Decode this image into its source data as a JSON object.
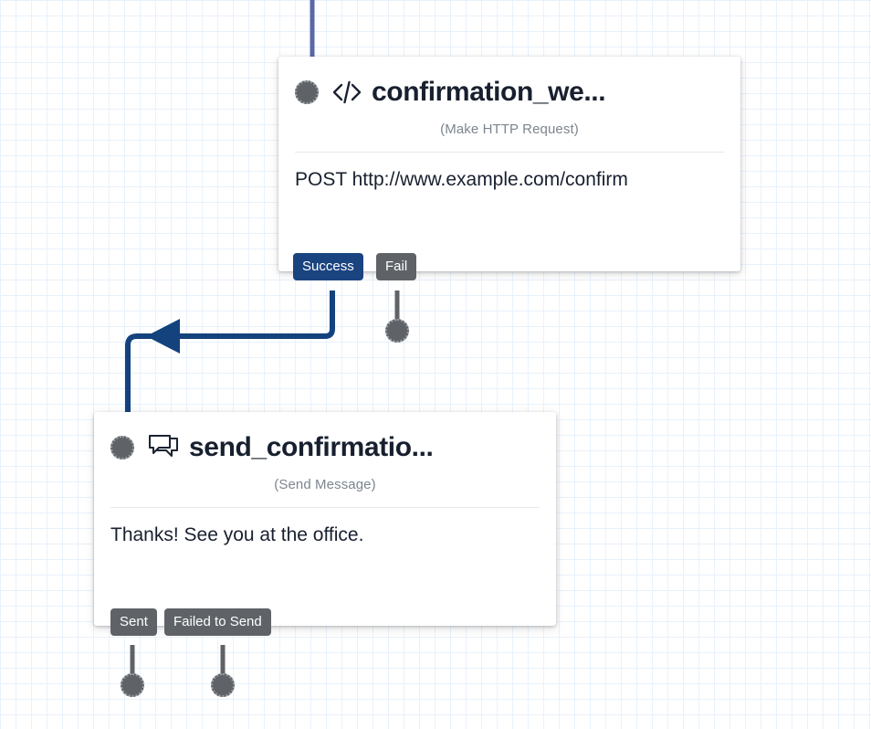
{
  "canvas": {
    "background_color": "#ffffff",
    "grid_color": "#e8f2fc",
    "grid_major_color": "#ddecfa"
  },
  "colors": {
    "accent_blue": "#1a4480",
    "wire_blue": "#14427d",
    "incoming_wire": "#5a68a8",
    "gray": "#5f6368",
    "port_ring": "#9aa0a6",
    "title_text": "#18202f",
    "subtitle_text": "#7d858e",
    "divider": "#e6e8ea"
  },
  "nodes": [
    {
      "id": "confirmation-webhook",
      "icon": "code-brackets-icon",
      "title": "confirmation_we...",
      "subtitle": "(Make HTTP Request)",
      "body": "POST http://www.example.com/confirm",
      "in_port_label": "input-port",
      "outputs": [
        {
          "label": "Success",
          "style": "blue"
        },
        {
          "label": "Fail",
          "style": "gray"
        }
      ]
    },
    {
      "id": "send-confirmation",
      "icon": "chat-bubbles-icon",
      "title": "send_confirmatio...",
      "subtitle": "(Send Message)",
      "body": "Thanks! See you at the office.",
      "in_port_label": "input-port",
      "outputs": [
        {
          "label": "Sent",
          "style": "gray"
        },
        {
          "label": "Failed to Send",
          "style": "gray"
        }
      ]
    }
  ],
  "connections": [
    {
      "from": "upstream",
      "to": "confirmation-webhook",
      "color": "#5a68a8"
    },
    {
      "from": "confirmation-webhook.Success",
      "to": "send-confirmation",
      "color": "#14427d"
    },
    {
      "from": "confirmation-webhook.Fail",
      "to": "fail-terminal",
      "color": "#5f6368"
    },
    {
      "from": "send-confirmation.Sent",
      "to": "sent-terminal",
      "color": "#5f6368"
    },
    {
      "from": "send-confirmation.Failed to Send",
      "to": "failed-terminal",
      "color": "#5f6368"
    }
  ]
}
